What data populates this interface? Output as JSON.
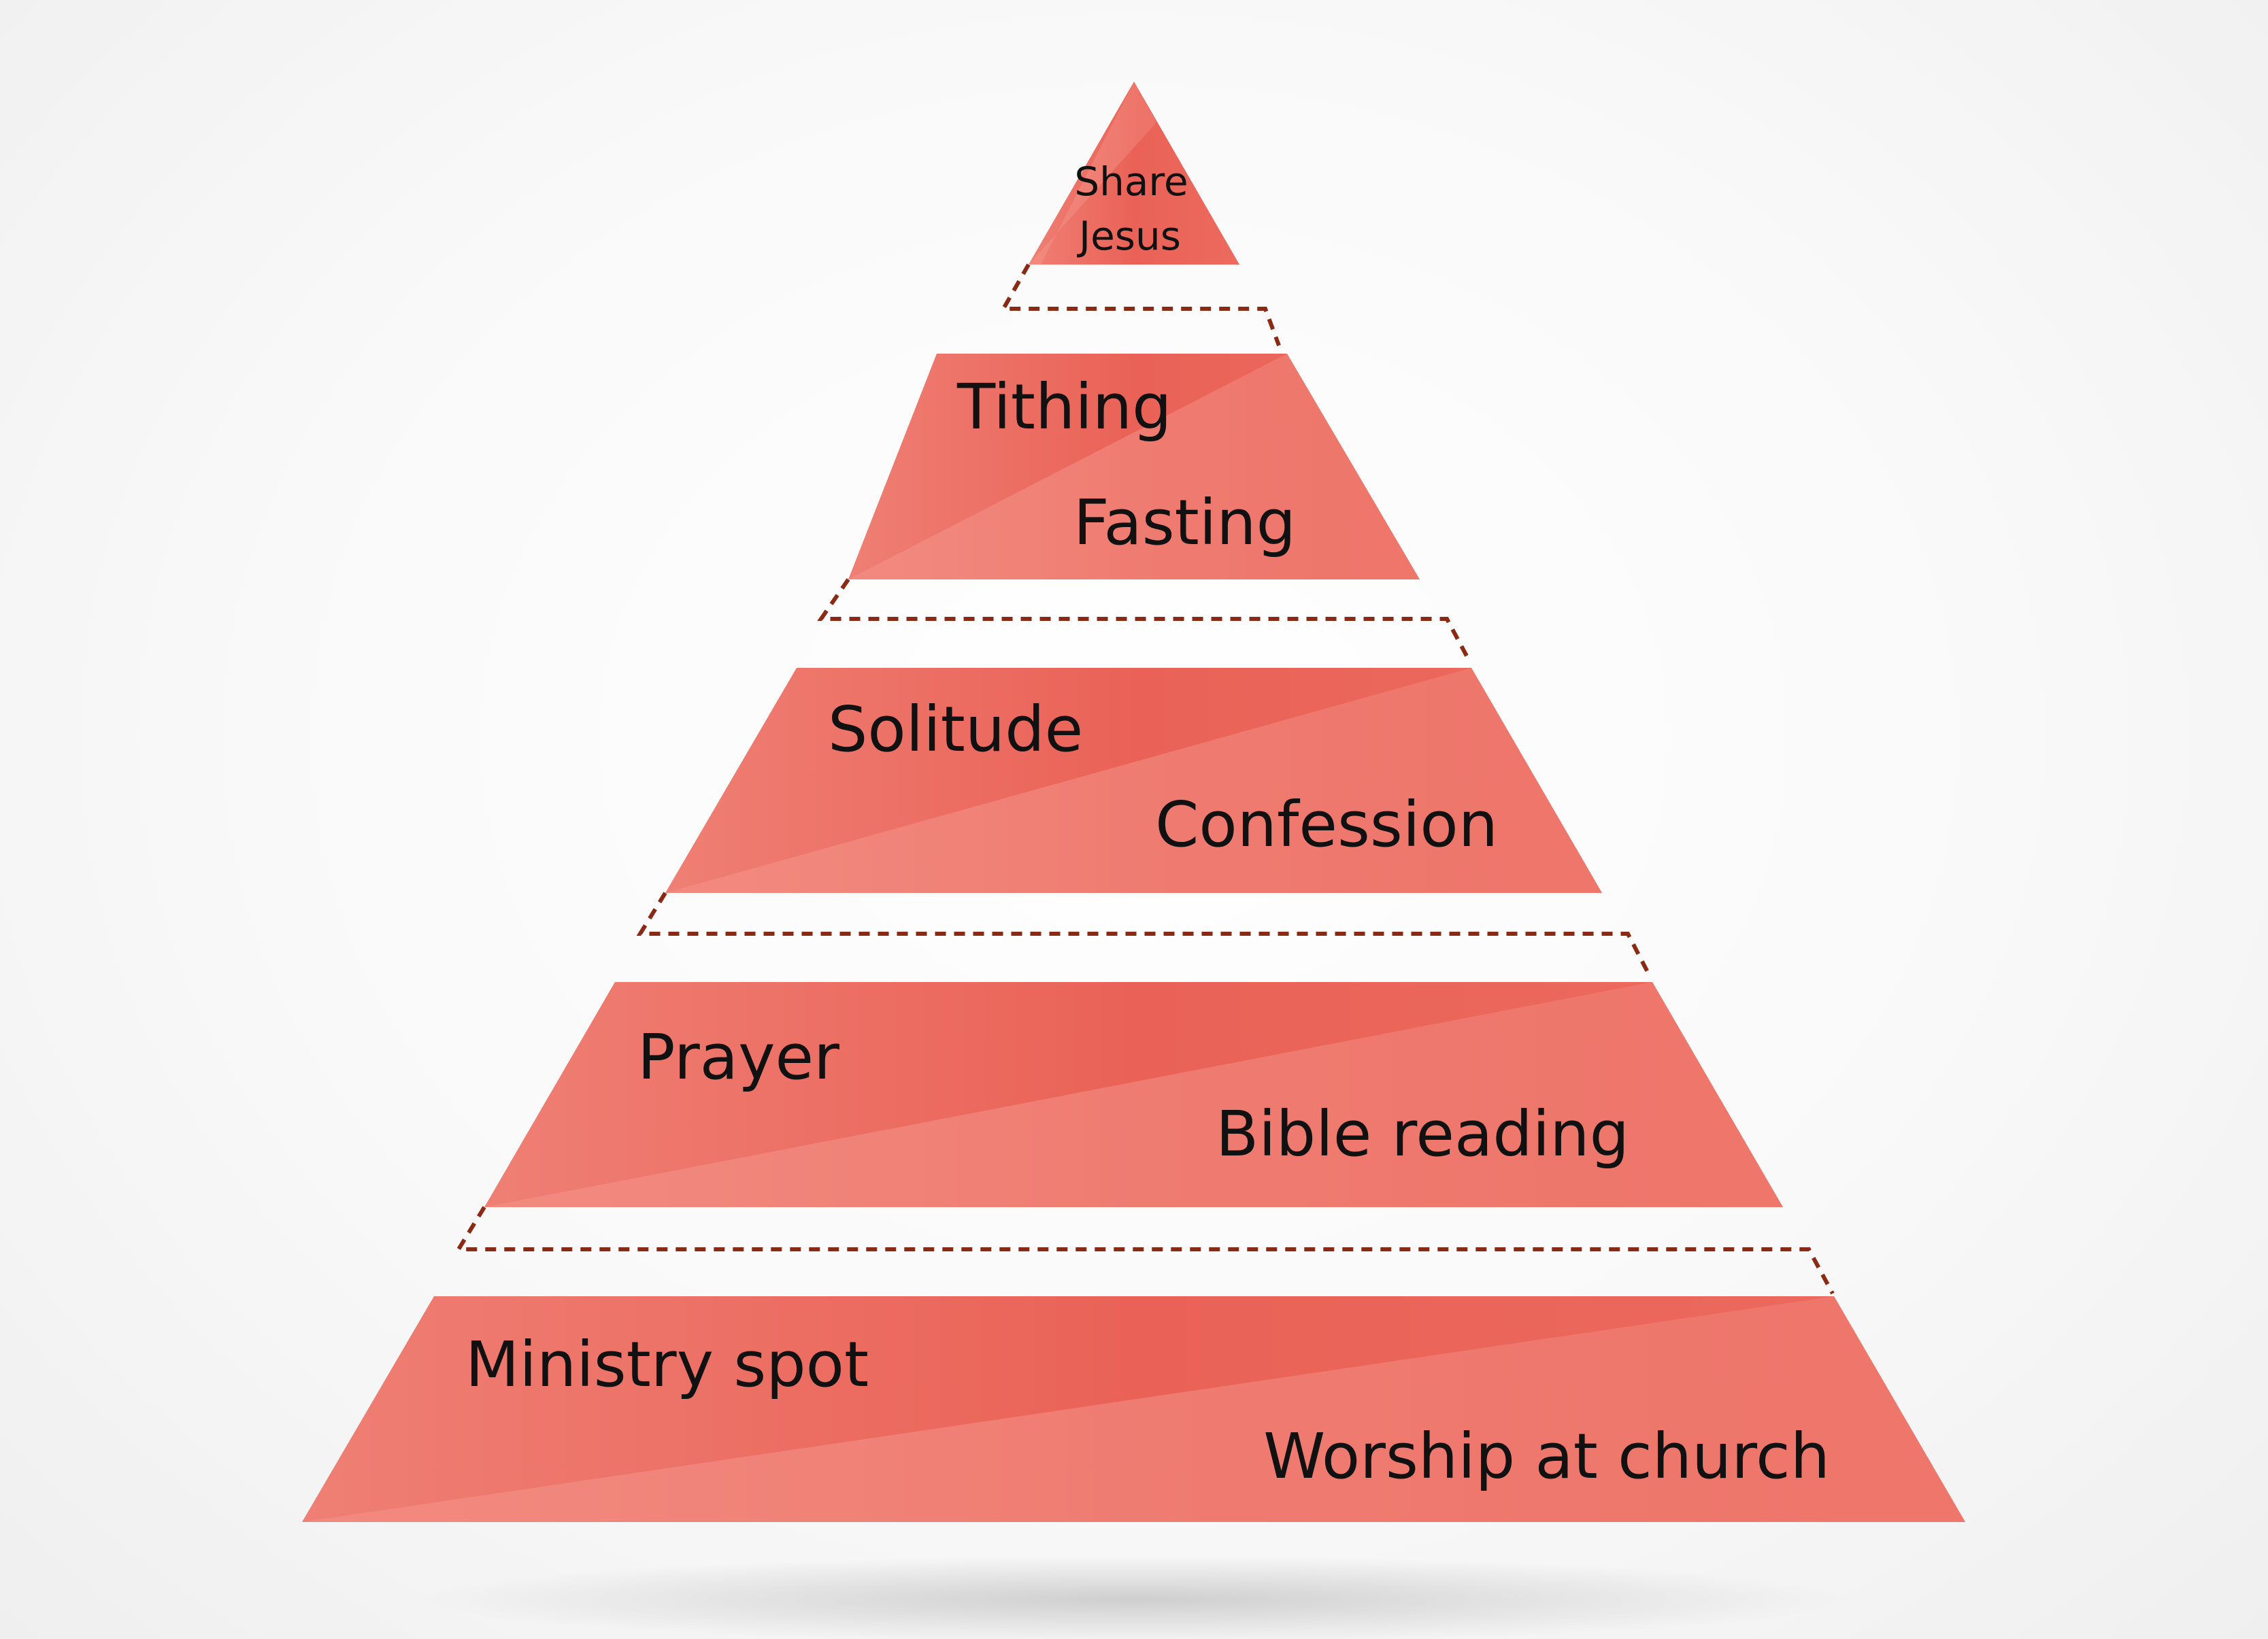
{
  "diagram": {
    "type": "pyramid",
    "colors": {
      "tier_fill_base": "#ea6458",
      "tier_fill_light": "#f2897f",
      "dash_line": "#8a2a14",
      "label_text": "#111111"
    },
    "tiers": [
      {
        "level": 1,
        "labels": [
          "Share",
          "Jesus"
        ]
      },
      {
        "level": 2,
        "labels": [
          "Tithing",
          "Fasting"
        ]
      },
      {
        "level": 3,
        "labels": [
          "Solitude",
          "Confession"
        ]
      },
      {
        "level": 4,
        "labels": [
          "Prayer",
          "Bible reading"
        ]
      },
      {
        "level": 5,
        "labels": [
          "Ministry spot",
          "Worship at church"
        ]
      }
    ]
  }
}
